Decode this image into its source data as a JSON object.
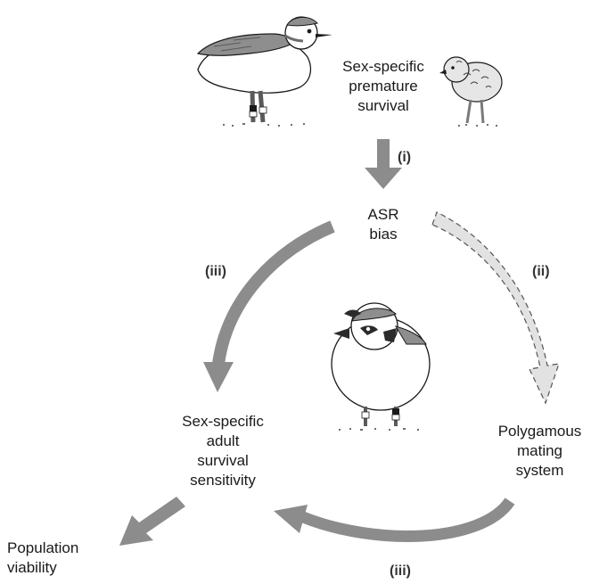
{
  "labels": {
    "premature": [
      "Sex-specific",
      "premature",
      "survival"
    ],
    "asr": [
      "ASR",
      "bias"
    ],
    "adult": [
      "Sex-specific",
      "adult",
      "survival",
      "sensitivity"
    ],
    "mating": [
      "Polygamous",
      "mating",
      "system"
    ],
    "population": [
      "Population",
      "viability"
    ]
  },
  "arrow_tags": {
    "i": "(i)",
    "ii_right": "(ii)",
    "iii_left": "(iii)",
    "iii_bottom": "(iii)"
  },
  "colors": {
    "solid_arrow": "#8c8c8c",
    "dashed_arrow_fill": "#e2e2e2",
    "dashed_arrow_stroke": "#555555",
    "bird_grey": "#8e8e8e",
    "bird_dark": "#2b2b2b"
  },
  "icons": [
    "adult-plover-icon",
    "chick-icon",
    "front-plover-icon"
  ]
}
